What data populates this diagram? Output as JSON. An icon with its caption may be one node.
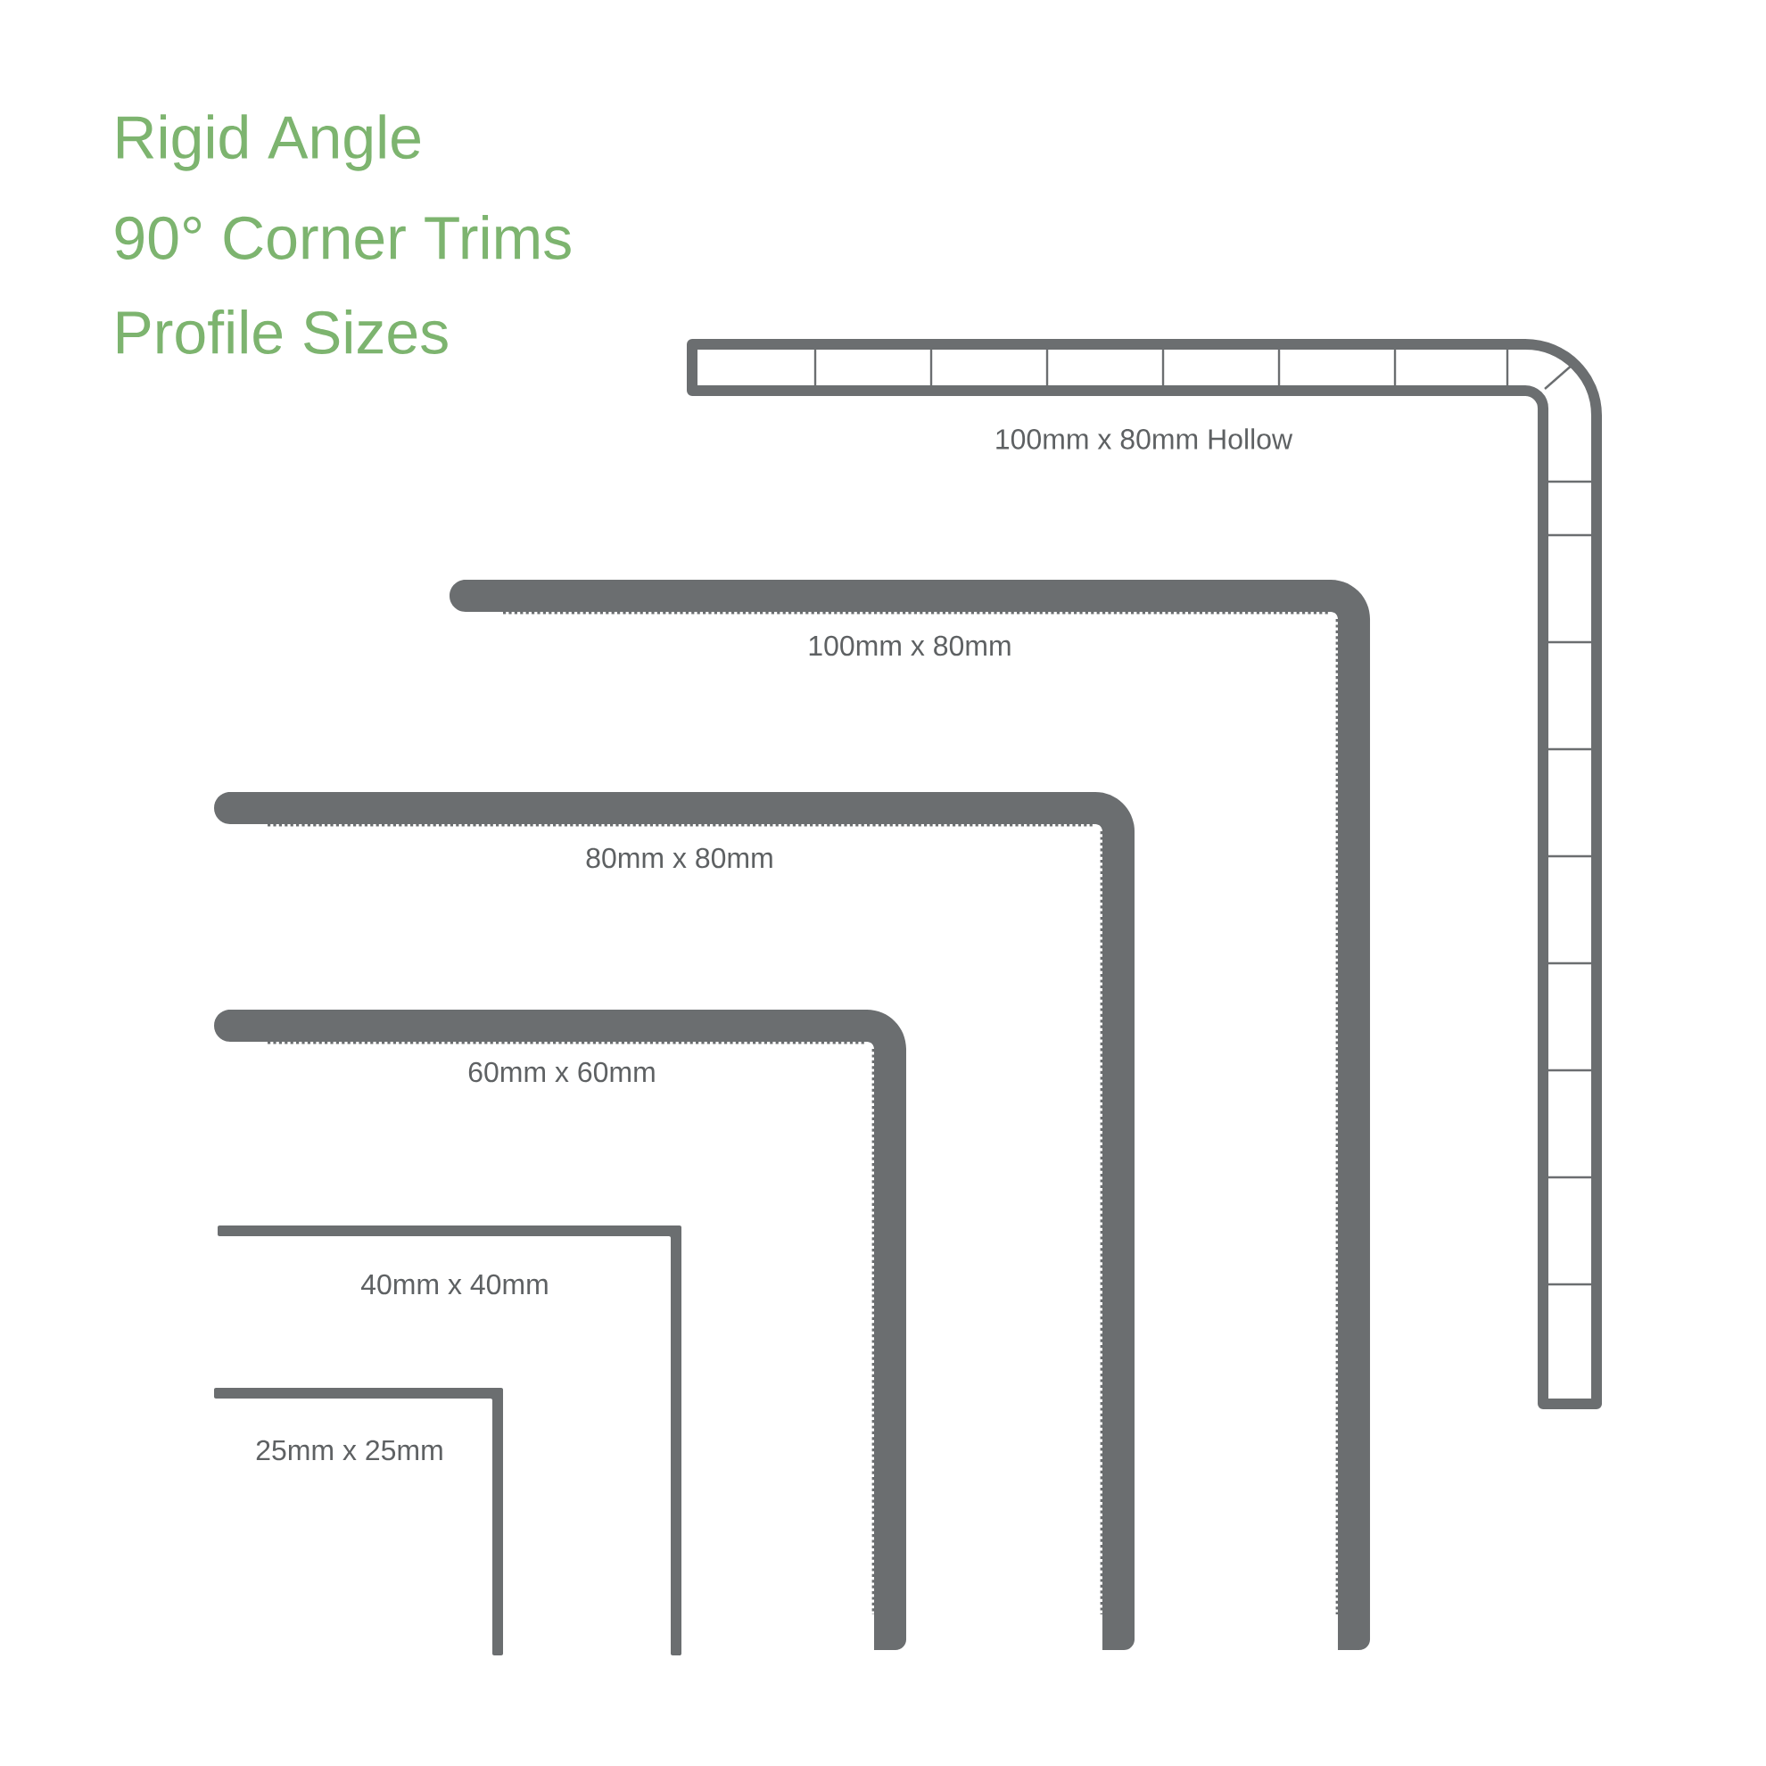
{
  "diagram": {
    "labels": [
      "Rigid Angle",
      "90° Corner Trims",
      "Profile Sizes",
      "100mm x 80mm Hollow",
      "100mm x 80mm",
      "80mm x 80mm",
      "60mm x 60mm",
      "40mm x 40mm",
      "25mm x 25mm"
    ]
  }
}
